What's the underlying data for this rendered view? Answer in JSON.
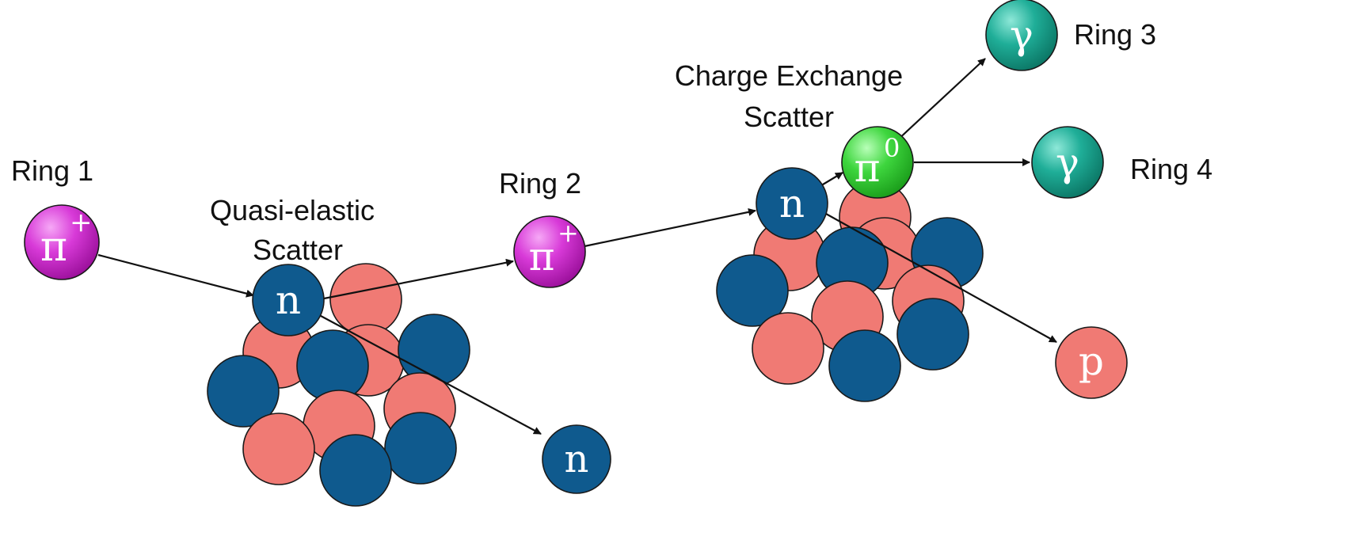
{
  "labels": {
    "ring1": "Ring 1",
    "ring2": "Ring 2",
    "ring3": "Ring 3",
    "ring4": "Ring 4",
    "quasi_line1": "Quasi-elastic",
    "quasi_line2": "Scatter",
    "cex_line1": "Charge Exchange",
    "cex_line2": "Scatter"
  },
  "particles": {
    "pi_plus_in": {
      "symbol": "π",
      "sup": "+"
    },
    "n_quasi": {
      "symbol": "n"
    },
    "pi_plus_out": {
      "symbol": "π",
      "sup": "+"
    },
    "n_out": {
      "symbol": "n"
    },
    "n_cex": {
      "symbol": "n"
    },
    "pi_zero": {
      "symbol": "π",
      "sup": "0"
    },
    "gamma_top": {
      "symbol": "γ"
    },
    "gamma_right": {
      "symbol": "γ"
    },
    "p_out": {
      "symbol": "p"
    }
  },
  "colors": {
    "proton": "#f07a74",
    "neutron": "#0f5a8e",
    "pion_charged": "#c21fc2",
    "pion_neutral": "#2ecc2e",
    "gamma": "#13a08a"
  }
}
